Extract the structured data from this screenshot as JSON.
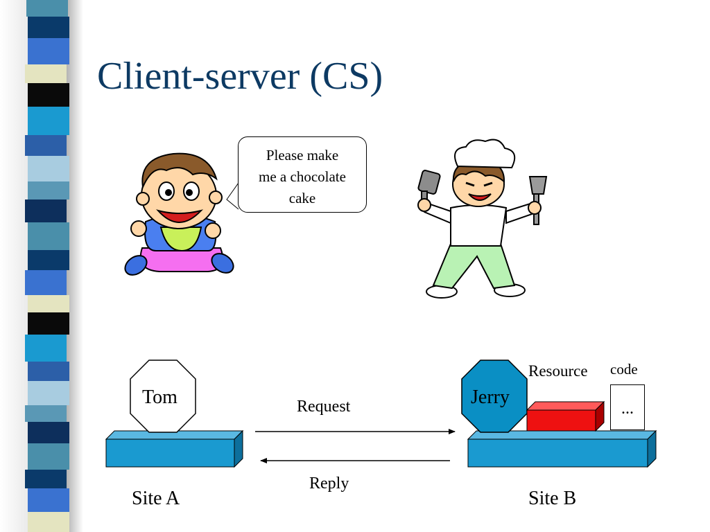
{
  "slide": {
    "title": "Client-server (CS)",
    "speech": [
      "Please make",
      "me a chocolate",
      "cake"
    ]
  },
  "diagram": {
    "tom_label": "Tom",
    "jerry_label": "Jerry",
    "request_label": "Request",
    "reply_label": "Reply",
    "site_a_label": "Site A",
    "site_b_label": "Site B",
    "resource_label": "Resource",
    "code_label": "code",
    "code_content": "..."
  },
  "colors": {
    "title": "#0d3a63",
    "platform": "#1a9ad0",
    "jerry_fill": "#0a8fc4",
    "resource": "#ee1111"
  }
}
